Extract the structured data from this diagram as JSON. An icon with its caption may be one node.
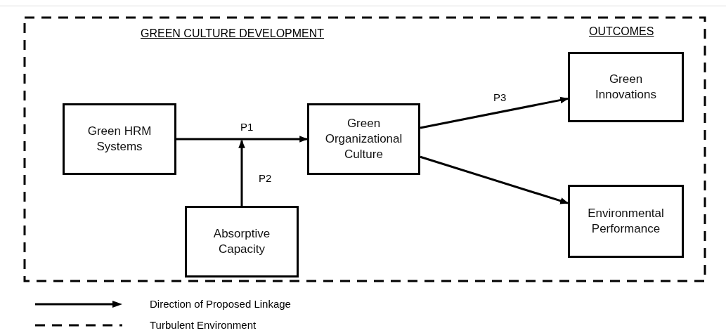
{
  "diagram": {
    "nodes": [
      {
        "text": [],
        "shape": "box"
      },
      {
        "text": [
          "Green HRM Systems"
        ],
        "in": 0
      },
      {
        "text": [
          "Green Organizational Culture"
        ],
        "in": 0
      },
      {
        "text": [
          "Green Innovations"
        ],
        "in": 0
      },
      {
        "text": [
          "Absorptive Capacity"
        ],
        "in": 0
      },
      {
        "text": [
          "Environmental Performance"
        ],
        "in": 0
      }
    ],
    "edges": [
      {
        "from": 1,
        "to": 2,
        "arrow": "to",
        "label": "P1"
      },
      {
        "from": 4,
        "to": null,
        "arrow": "to",
        "label": "P2"
      },
      {
        "from": 2,
        "to": 3,
        "arrow": "to",
        "label": "P3"
      },
      {
        "from": 2,
        "to": 5,
        "arrow": "to"
      }
    ],
    "labels": [
      "GREEN CULTURE DEVELOPMENT",
      "OUTCOMES"
    ],
    "legend": [
      {
        "text": "Direction of Proposed Linkage"
      },
      {
        "text": "Turbulent Environment"
      }
    ]
  }
}
